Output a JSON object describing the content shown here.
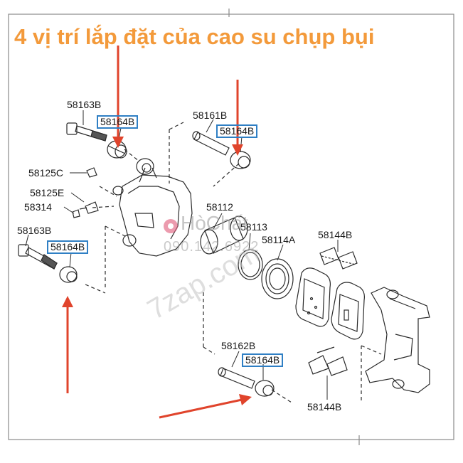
{
  "title": "4 vị trí lắp đặt của cao su chụp bụi",
  "labels": {
    "l_58163B_top": "58163B",
    "l_58164B_1": "58164B",
    "l_58161B": "58161B",
    "l_58164B_2": "58164B",
    "l_58125C": "58125C",
    "l_58125E": "58125E",
    "l_58314": "58314",
    "l_58112": "58112",
    "l_58113": "58113",
    "l_58114A": "58114A",
    "l_58144B_top": "58144B",
    "l_58163B_left": "58163B",
    "l_58164B_3": "58164B",
    "l_58162B": "58162B",
    "l_58164B_4": "58164B",
    "l_58144B_bottom": "58144B"
  },
  "watermark": {
    "brand": "HòChất",
    "phone": "090.142.6922",
    "site": "7zap.com"
  },
  "colors": {
    "title": "#f39a3b",
    "arrow": "#e0442c",
    "highlight_box": "#2f7fc4",
    "line": "#2a2a2a"
  }
}
